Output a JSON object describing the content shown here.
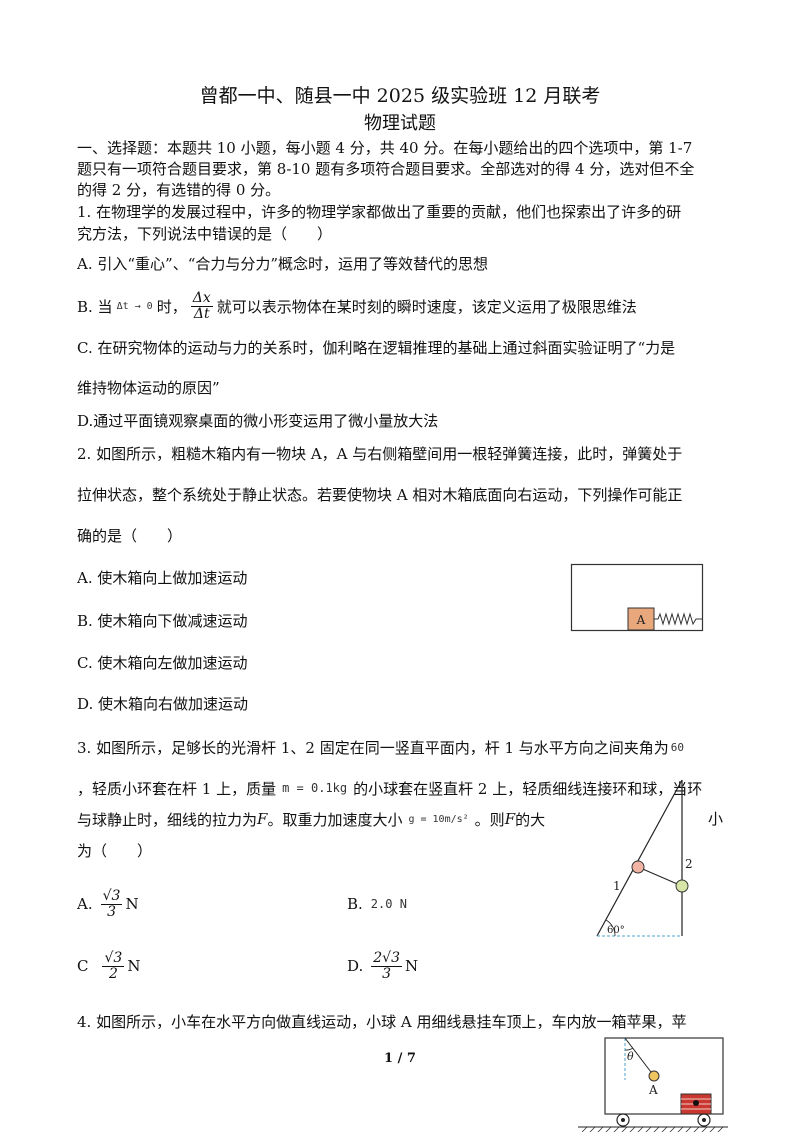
{
  "header": {
    "title": "曾都一中、随县一中 2025 级实验班 12 月联考",
    "subtitle": "物理试题"
  },
  "section1": {
    "line1": "一、选择题：本题共 10 小题，每小题 4 分，共 40 分。在每小题给出的四个选项中，第 1-7",
    "line2": "题只有一项符合题目要求，第 8-10 题有多项符合题目要求。全部选对的得 4 分，选对但不全",
    "line3": "的得 2 分，有选错的得 0 分。"
  },
  "q1": {
    "stem1": "1. 在物理学的发展过程中，许多的物理学家都做出了重要的贡献，他们也探索出了许多的研",
    "stem2": "究方法，下列说法中错误的是（　　）",
    "optA": "A. 引入“重心”、“合力与分力”概念时，运用了等效替代的思想",
    "optB_pre": "B. 当",
    "optB_cond": "Δt → 0",
    "optB_mid": "时，",
    "optB_num": "Δx",
    "optB_den": "Δt",
    "optB_post": "就可以表示物体在某时刻的瞬时速度，该定义运用了极限思维法",
    "optC1": "C. 在研究物体的运动与力的关系时，伽利略在逻辑推理的基础上通过斜面实验证明了“力是",
    "optC2": "维持物体运动的原因”",
    "optD": "D.通过平面镜观察桌面的微小形变运用了微小量放大法"
  },
  "q2": {
    "stem1": "2. 如图所示，粗糙木箱内有一物块 A，A 与右侧箱壁间用一根轻弹簧连接，此时，弹簧处于",
    "stem2": "拉伸状态，整个系统处于静止状态。若要使物块 A 相对木箱底面向右运动，下列操作可能正",
    "stem3": "确的是（　　）",
    "optA": "A. 使木箱向上做加速运动",
    "optB": "B. 使木箱向下做减速运动",
    "optC": "C. 使木箱向左做加速运动",
    "optD": "D. 使木箱向右做加速运动",
    "figure_label": "A"
  },
  "q3": {
    "stem1": "3. 如图所示，足够长的光滑杆 1、2 固定在同一竖直平面内，杆 1 与水平方向之间夹角为",
    "angle_small": "60",
    "stem2a": "，轻质小环套在杆 1 上，质量",
    "mass_formula": "m = 0.1kg",
    "stem2b": "的小球套在竖直杆 2 上，轻质细线连接环和球，当环",
    "stem3a": "与球静止时，细线的拉力为 ",
    "stem3F": "F",
    "stem3b": "。取重力加速度大小",
    "g_formula": "g = 10m/s²",
    "stem3c": "。则 ",
    "stem3F2": "F",
    "stem3d": " 的大",
    "stem3e": "小",
    "stem4": "为（　　）",
    "optA_label": "A.",
    "optA_num": "√3",
    "optA_den": "3",
    "optA_unit": "N",
    "optB_label": "B.",
    "optB_val": "2.0 N",
    "optC_label": "C",
    "optC_num": "√3",
    "optC_den": "2",
    "optC_unit": "N",
    "optD_label": "D.",
    "optD_num": "2√3",
    "optD_den": "3",
    "optD_unit": "N",
    "figure_rod1": "1",
    "figure_rod2": "2",
    "figure_angle": "60°"
  },
  "q4": {
    "stem1": "4. 如图所示，小车在水平方向做直线运动，小球 A 用细线悬挂车顶上，车内放一箱苹果，苹",
    "figure_theta": "θ",
    "figure_label": "A"
  },
  "footer": {
    "page": "1 / 7"
  }
}
